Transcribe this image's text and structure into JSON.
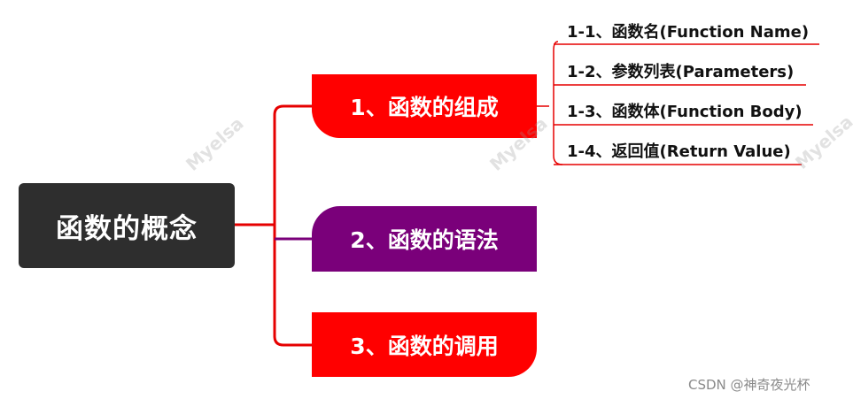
{
  "root": {
    "label": "函数的概念"
  },
  "branches": [
    {
      "label": "1、函数的组成"
    },
    {
      "label": "2、函数的语法"
    },
    {
      "label": "3、函数的调用"
    }
  ],
  "leaves": [
    {
      "label": "1-1、函数名(Function Name)"
    },
    {
      "label": "1-2、参数列表(Parameters)"
    },
    {
      "label": "1-3、函数体(Function Body)"
    },
    {
      "label": "1-4、返回值(Return Value)"
    }
  ],
  "watermark": "Myelsa",
  "footer": "CSDN @神奇夜光杯",
  "colors": {
    "root": "#2e2e2e",
    "red": "#ff0000",
    "purple": "#7a007a",
    "connector": "#e60000"
  }
}
